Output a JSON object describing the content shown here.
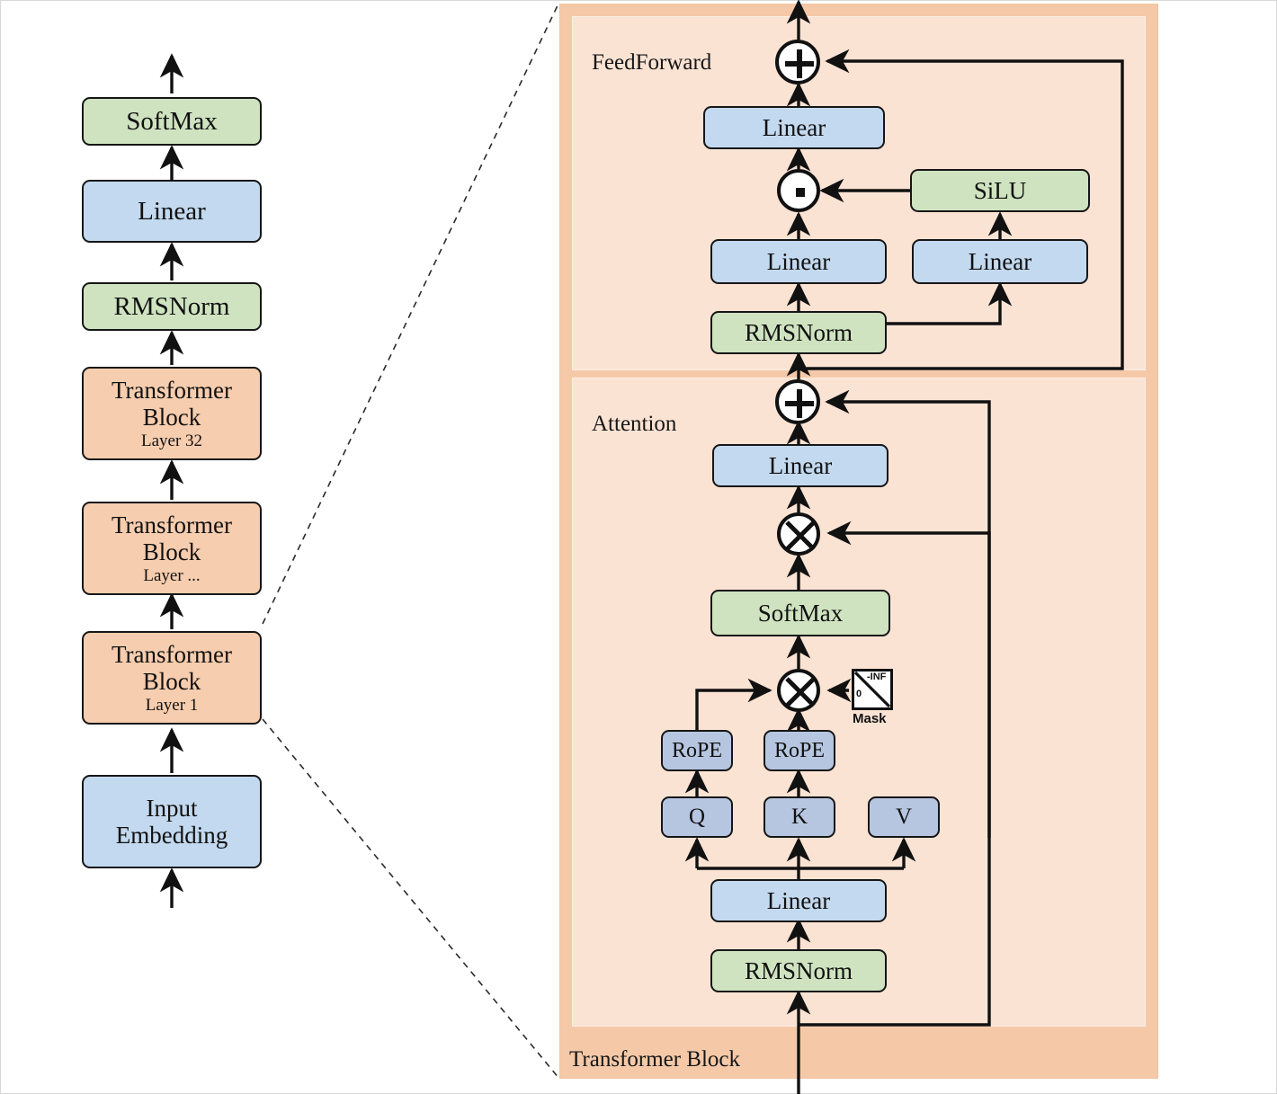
{
  "diagram": {
    "title_outer_block": "Transformer Block",
    "sections": {
      "feedforward": "FeedForward",
      "attention": "Attention"
    }
  },
  "left_stack": {
    "items": [
      {
        "label": "SoftMax",
        "sublabel": "",
        "color": "green"
      },
      {
        "label": "Linear",
        "sublabel": "",
        "color": "blue"
      },
      {
        "label": "RMSNorm",
        "sublabel": "",
        "color": "green"
      },
      {
        "label": "Transformer\nBlock",
        "line1": "Transformer",
        "line2": "Block",
        "sublabel": "Layer 32",
        "color": "orange"
      },
      {
        "line1": "Transformer",
        "line2": "Block",
        "sublabel": "Layer ...",
        "color": "orange"
      },
      {
        "line1": "Transformer",
        "line2": "Block",
        "sublabel": "Layer 1",
        "color": "orange"
      },
      {
        "line1": "Input",
        "line2": "Embedding",
        "sublabel": "",
        "color": "blue"
      }
    ]
  },
  "feedforward": {
    "label": "FeedForward",
    "nodes": {
      "add": "+",
      "linear_out": "Linear",
      "product": "·",
      "silu": "SiLU",
      "linear_gate": "Linear",
      "linear_up": "Linear",
      "rmsnorm": "RMSNorm"
    }
  },
  "attention": {
    "label": "Attention",
    "nodes": {
      "add": "+",
      "linear_out": "Linear",
      "matmul_v": "×",
      "softmax": "SoftMax",
      "matmul_qk": "×",
      "mask_label": "Mask",
      "mask_high": "-INF",
      "mask_low": "0",
      "rope_q": "RoPE",
      "rope_k": "RoPE",
      "q": "Q",
      "k": "K",
      "v": "V",
      "linear_qkv": "Linear",
      "rmsnorm": "RMSNorm"
    }
  },
  "colors": {
    "blue": "#c3d9ef",
    "blue_dark": "#b6c6e0",
    "green": "#cfe3c0",
    "orange": "#f6cdae",
    "panel_outer": "#f5c9a8",
    "panel_inner": "#fbe3d4",
    "stroke": "#161616"
  }
}
